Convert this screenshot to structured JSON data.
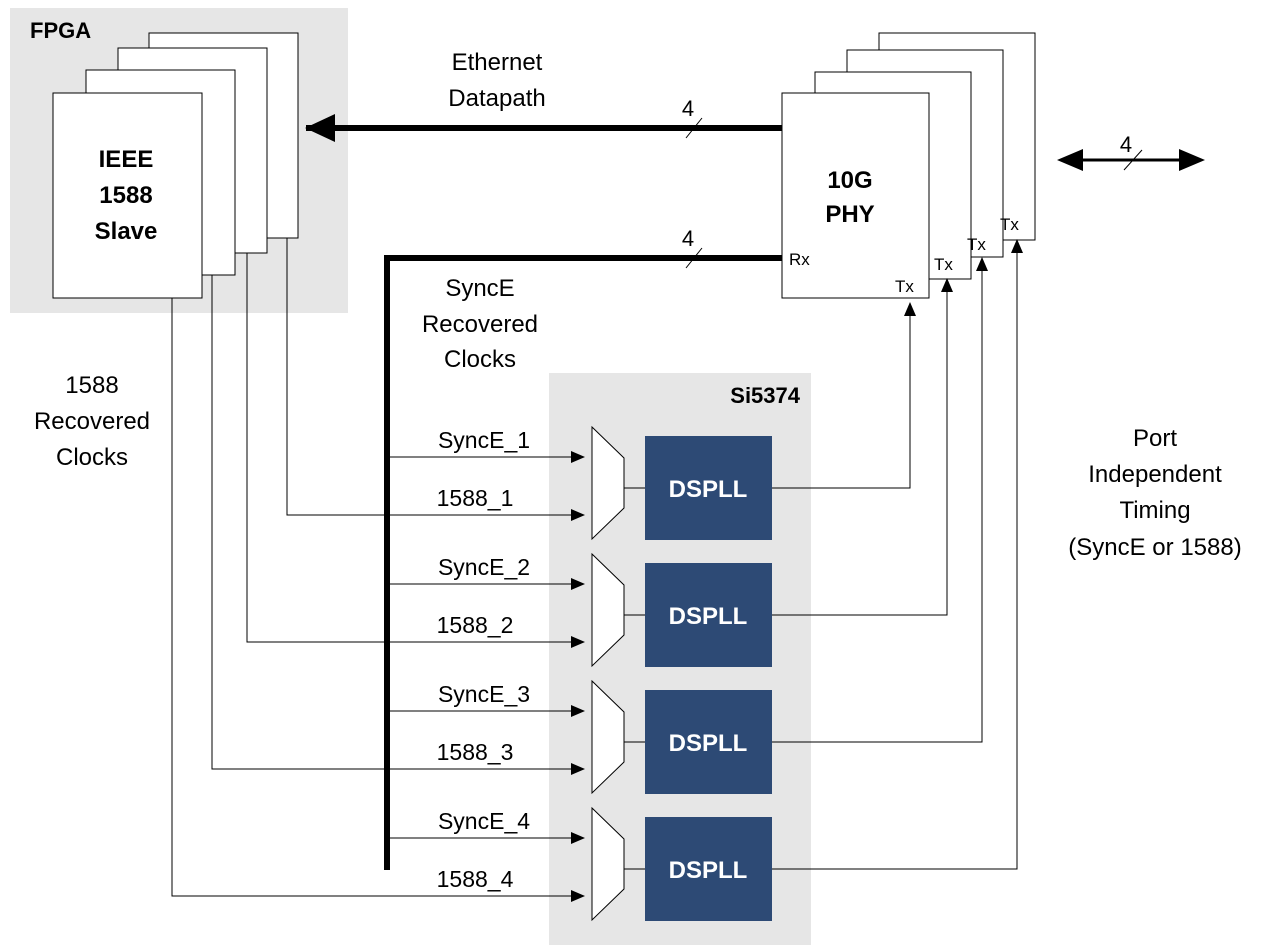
{
  "fpga": {
    "title": "FPGA",
    "slave_line1": "IEEE",
    "slave_line2": "1588",
    "slave_line3": "Slave"
  },
  "phy": {
    "line1": "10G",
    "line2": "PHY",
    "rx": "Rx",
    "tx": "Tx"
  },
  "si": {
    "title": "Si5374",
    "dspll": "DSPLL"
  },
  "labels": {
    "ethernet_line1": "Ethernet",
    "ethernet_line2": "Datapath",
    "bus_width": "4",
    "synce_line1": "SyncE",
    "synce_line2": "Recovered",
    "synce_line3": "Clocks",
    "rec1588_line1": "1588",
    "rec1588_line2": "Recovered",
    "rec1588_line3": "Clocks",
    "port_line1": "Port",
    "port_line2": "Independent",
    "port_line3": "Timing",
    "port_line4": "(SyncE or 1588)"
  },
  "inputs": {
    "synce": [
      "SyncE_1",
      "SyncE_2",
      "SyncE_3",
      "SyncE_4"
    ],
    "p1588": [
      "1588_1",
      "1588_2",
      "1588_3",
      "1588_4"
    ]
  },
  "colors": {
    "dspll_fill": "#2d4a75",
    "region_fill": "#e6e6e6"
  }
}
